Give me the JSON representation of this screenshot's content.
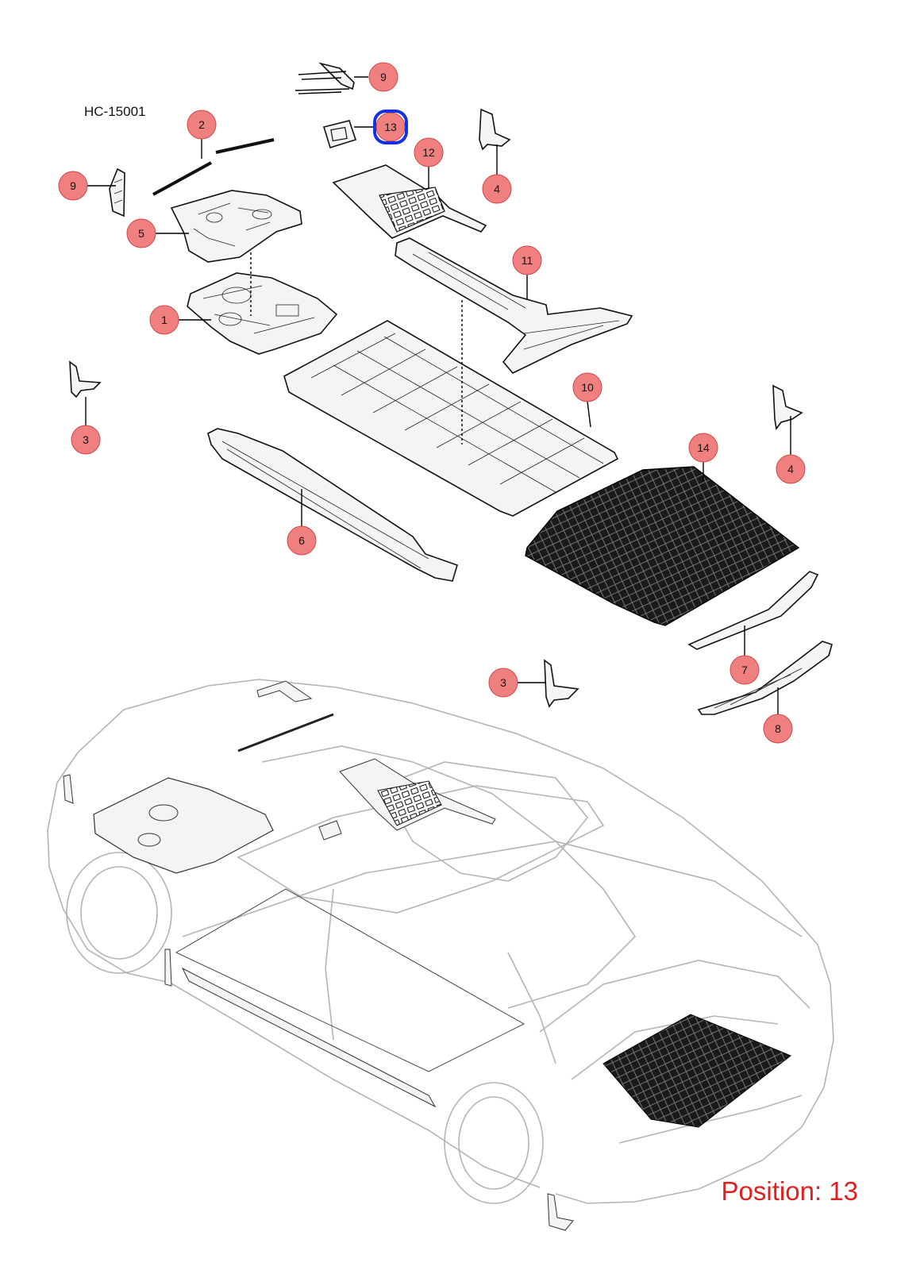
{
  "diagram_id": "HC-15001",
  "position_label": "Position: 13",
  "selected_callout": "13",
  "colors": {
    "callout_fill": "#f08080",
    "callout_stroke": "#d04848",
    "selected_stroke": "#1530e0",
    "position_text": "#e02020",
    "car_outline": "#b4b4b4"
  },
  "callouts": [
    {
      "id": "9"
    },
    {
      "id": "13"
    },
    {
      "id": "2"
    },
    {
      "id": "9"
    },
    {
      "id": "5"
    },
    {
      "id": "12"
    },
    {
      "id": "4"
    },
    {
      "id": "11"
    },
    {
      "id": "1"
    },
    {
      "id": "10"
    },
    {
      "id": "3"
    },
    {
      "id": "14"
    },
    {
      "id": "4"
    },
    {
      "id": "6"
    },
    {
      "id": "7"
    },
    {
      "id": "3"
    },
    {
      "id": "8"
    }
  ]
}
